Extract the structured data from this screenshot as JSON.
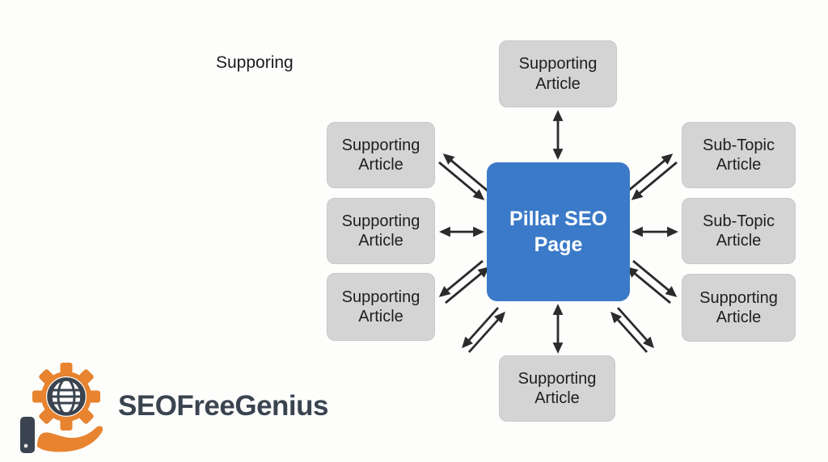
{
  "diagram": {
    "floating_text": "Supporing",
    "center": {
      "label": "Pillar SEO Page"
    },
    "boxes": {
      "top": {
        "label": "Supporting Article"
      },
      "left_1": {
        "label": "Supporting Article"
      },
      "left_2": {
        "label": "Supporting Article"
      },
      "left_3": {
        "label": "Supporting Article"
      },
      "right_1": {
        "label": "Sub-Topic Article"
      },
      "right_2": {
        "label": "Sub-Topic Article"
      },
      "right_3": {
        "label": "Supporting Article"
      },
      "bottom": {
        "label": "Supporting Article"
      }
    },
    "arrow_style": "double-headed"
  },
  "logo": {
    "brand": "SEOFreeGenius",
    "icons": [
      "gear-icon",
      "globe-icon",
      "hand-icon"
    ]
  },
  "colors": {
    "pillar_blue": "#3b7ac8",
    "box_gray": "#d4d4d4",
    "arrow_dark": "#2b2b2b",
    "text_dark": "#1e1e1e",
    "logo_orange": "#e8832f",
    "logo_slate": "#3a4450",
    "background": "#fdfdfc"
  }
}
